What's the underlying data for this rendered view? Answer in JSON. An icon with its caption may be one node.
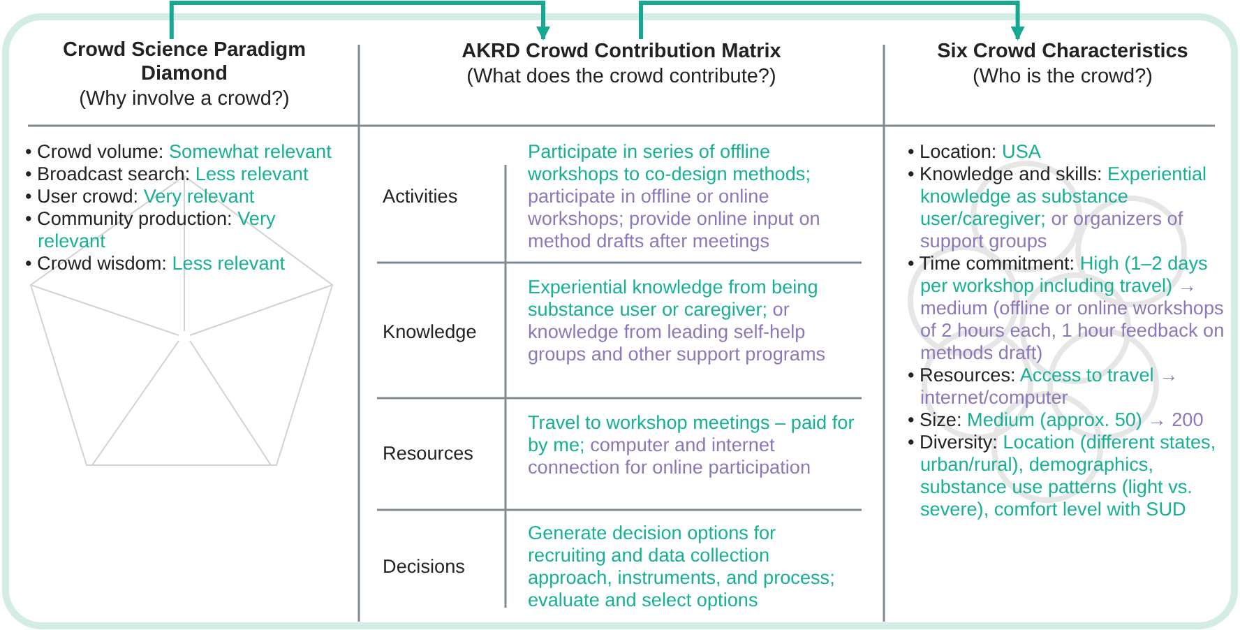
{
  "diagram": {
    "nodes": [
      {
        "text": [
          "Crowd Science Paradigm Diamond",
          "(Why involve a crowd?)"
        ]
      },
      {
        "text": [
          "AKRD Crowd Contribution Matrix",
          "(What does the crowd contribute?)"
        ]
      },
      {
        "text": [
          "Six Crowd Characteristics",
          "(Who is the crowd?)"
        ]
      }
    ],
    "edges": [
      {
        "from": 0,
        "to": 1,
        "arrow": "to"
      },
      {
        "from": 1,
        "to": 2,
        "arrow": "to"
      }
    ],
    "labels": [
      "• Crowd volume:",
      "Somewhat relevant",
      "• Broadcast search:",
      "Less relevant",
      "• User crowd:",
      "Very relevant",
      "• Community production:",
      "Very relevant",
      "• Crowd wisdom:",
      "Less relevant",
      "Activities",
      "Participate in series of offline workshops to co-design methods;",
      "participate in offline or online workshops; provide online input on method drafts after meetings",
      "Knowledge",
      "Experiential knowledge from being substance user or caregiver;",
      "or knowledge from leading self-help groups and other support programs",
      "Resources",
      "Travel to workshop meetings – paid for by me;",
      "computer and internet connection for online participation",
      "Decisions",
      "Generate decision options for recruiting and data collection approach, instruments, and process; evaluate and select options",
      "• Location:",
      "USA",
      "• Knowledge and skills:",
      "Experiential knowledge as substance user/caregiver;",
      "or organizers of support groups",
      "• Time commitment:",
      "High (1–2 days per workshop including travel)",
      "→ medium (offline or online workshops of 2 hours each, 1 hour feedback on methods draft)",
      "• Resources:",
      "Access to travel",
      "→ internet/computer",
      "• Size:",
      "Medium (approx. 50)",
      "→ 200",
      "• Diversity:",
      "Location (different states, urban/rural), demographics, substance use patterns (light vs. severe), comfort level with SUD"
    ]
  }
}
